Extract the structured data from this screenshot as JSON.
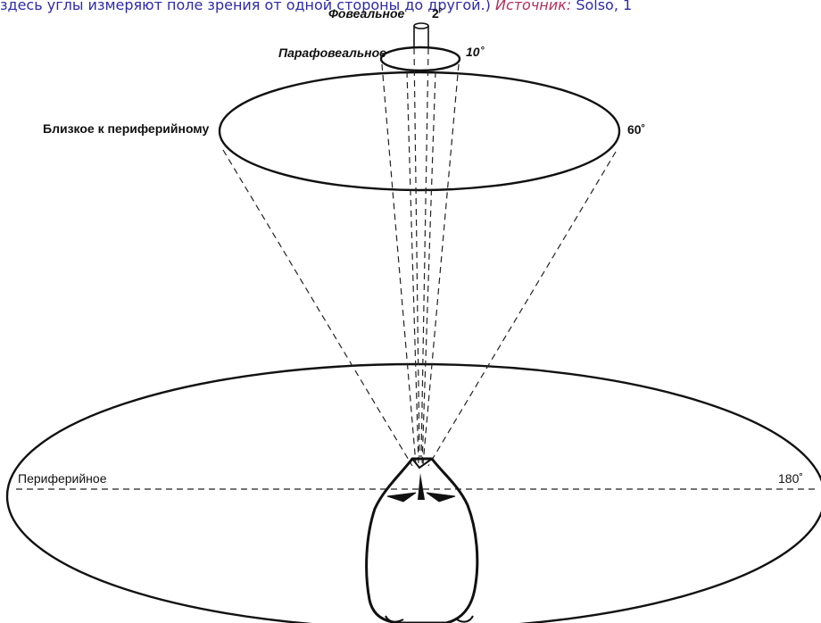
{
  "caption": {
    "main": "здесь углы измеряют поле зрения от одной стороны до другой.)",
    "source_label": "Источник:",
    "source_ref": "Solso, 1"
  },
  "diagram": {
    "foveal": {
      "name": "Фовеальное",
      "angle": "2˚"
    },
    "parafoveal": {
      "name": "Парафовеальное",
      "angle": "10˚"
    },
    "near_peripheral": {
      "name": "Близкое к периферийному",
      "angle": "60˚"
    },
    "peripheral": {
      "name": "Периферийное",
      "angle": "180˚"
    }
  }
}
